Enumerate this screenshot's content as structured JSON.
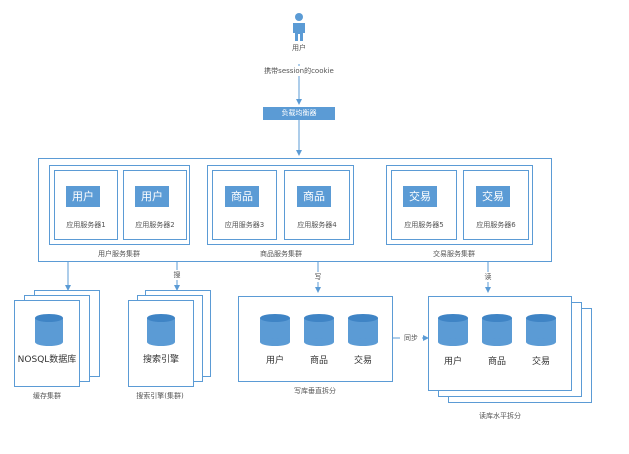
{
  "user_label": "用户",
  "cookie_label": "携带session的cookie",
  "load_balancer": "负载均衡器",
  "clusters": [
    {
      "servers": [
        {
          "tag": "用户",
          "name": "应用服务器1"
        },
        {
          "tag": "用户",
          "name": "应用服务器2"
        }
      ],
      "label": "用户服务集群"
    },
    {
      "servers": [
        {
          "tag": "商品",
          "name": "应用服务器3"
        },
        {
          "tag": "商品",
          "name": "应用服务器4"
        }
      ],
      "label": "商品服务集群"
    },
    {
      "servers": [
        {
          "tag": "交易",
          "name": "应用服务器5"
        },
        {
          "tag": "交易",
          "name": "应用服务器6"
        }
      ],
      "label": "交易服务集群"
    }
  ],
  "edge_labels": {
    "search": "搜",
    "write": "写",
    "read": "读",
    "sync": "同步"
  },
  "storage": {
    "nosql": {
      "db": "NOSQL数据库",
      "label": "缓存集群"
    },
    "search": {
      "db": "搜索引擎",
      "label": "搜索引擎(集群)"
    },
    "write_db": {
      "dbs": [
        "用户",
        "商品",
        "交易"
      ],
      "label": "写库垂直拆分"
    },
    "read_db": {
      "dbs": [
        "用户",
        "商品",
        "交易"
      ],
      "label": "读库水平拆分"
    }
  },
  "colors": {
    "accent": "#5b9bd5",
    "line": "#5b9bd5"
  }
}
